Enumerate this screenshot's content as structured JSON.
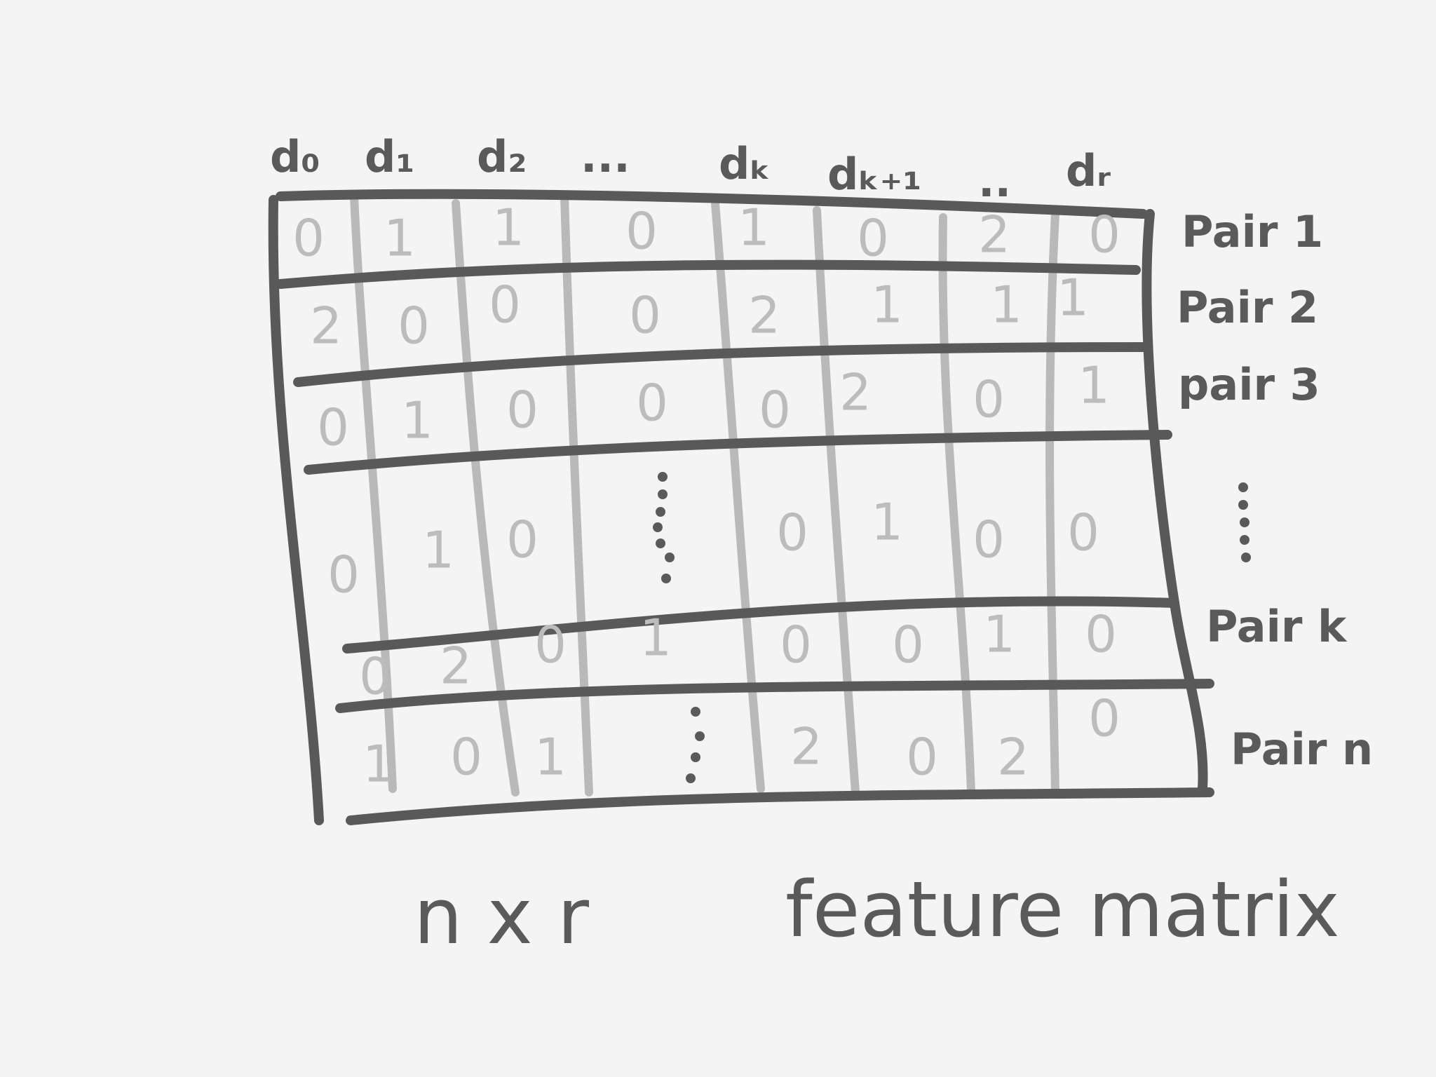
{
  "column_headers": [
    "d₀",
    "d₁",
    "d₂",
    "...",
    "dₖ",
    "dₖ₊₁",
    "..",
    "dᵣ"
  ],
  "row_labels": [
    "Pair 1",
    "Pair 2",
    "pair 3",
    "Pair k",
    "Pair n"
  ],
  "matrix_rows": [
    [
      "0",
      "1",
      "1",
      "0",
      "1",
      "0",
      "2",
      "0"
    ],
    [
      "2",
      "0",
      "0",
      "0",
      "2",
      "1",
      "1",
      "1"
    ],
    [
      "0",
      "1",
      "0",
      "0",
      "0",
      "2",
      "0",
      "1"
    ],
    [
      "0",
      "1",
      "0",
      "⋮",
      "0",
      "1",
      "0",
      "0"
    ],
    [
      "0",
      "2",
      "0",
      "1",
      "0",
      "0",
      "1",
      "0"
    ],
    [
      "1",
      "0",
      "1",
      "⋮",
      "2",
      "0",
      "2",
      "0"
    ]
  ],
  "caption": {
    "dimensions": "n x r",
    "title": "feature matrix"
  }
}
